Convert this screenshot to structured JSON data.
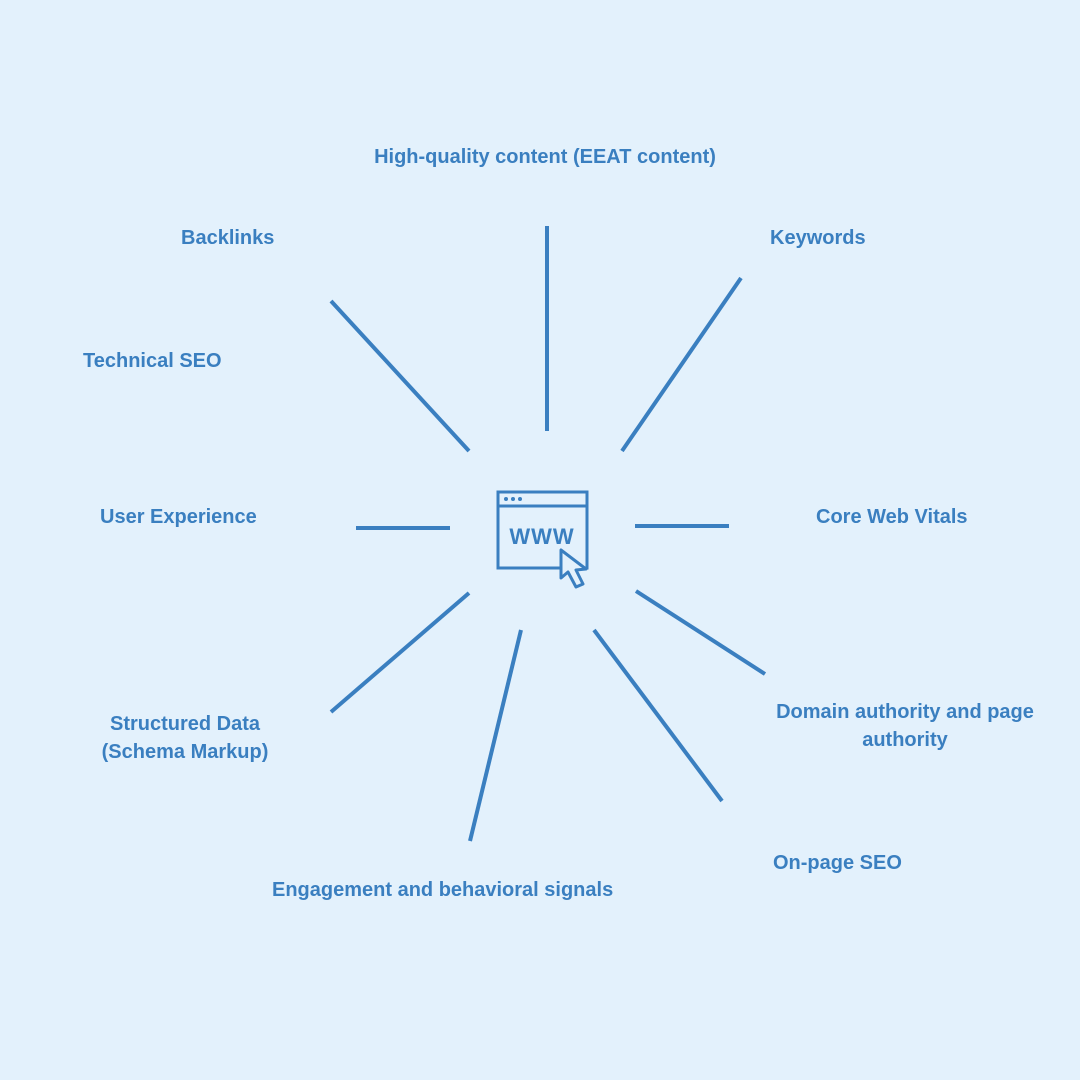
{
  "accent_color": "#3a7fc0",
  "background_color": "#e3f1fc",
  "center_icon": {
    "icon": "browser-window-cursor-icon",
    "text": "WWW"
  },
  "labels": {
    "high_quality_content": "High-quality content (EEAT content)",
    "backlinks": "Backlinks",
    "keywords": "Keywords",
    "technical_seo": "Technical SEO",
    "user_experience": "User Experience",
    "core_web_vitals": "Core Web Vitals",
    "structured_data_line1": "Structured Data",
    "structured_data_line2": "(Schema Markup)",
    "domain_authority_line1": "Domain authority and page",
    "domain_authority_line2": "authority",
    "on_page_seo": "On-page SEO",
    "engagement": "Engagement and behavioral signals"
  }
}
